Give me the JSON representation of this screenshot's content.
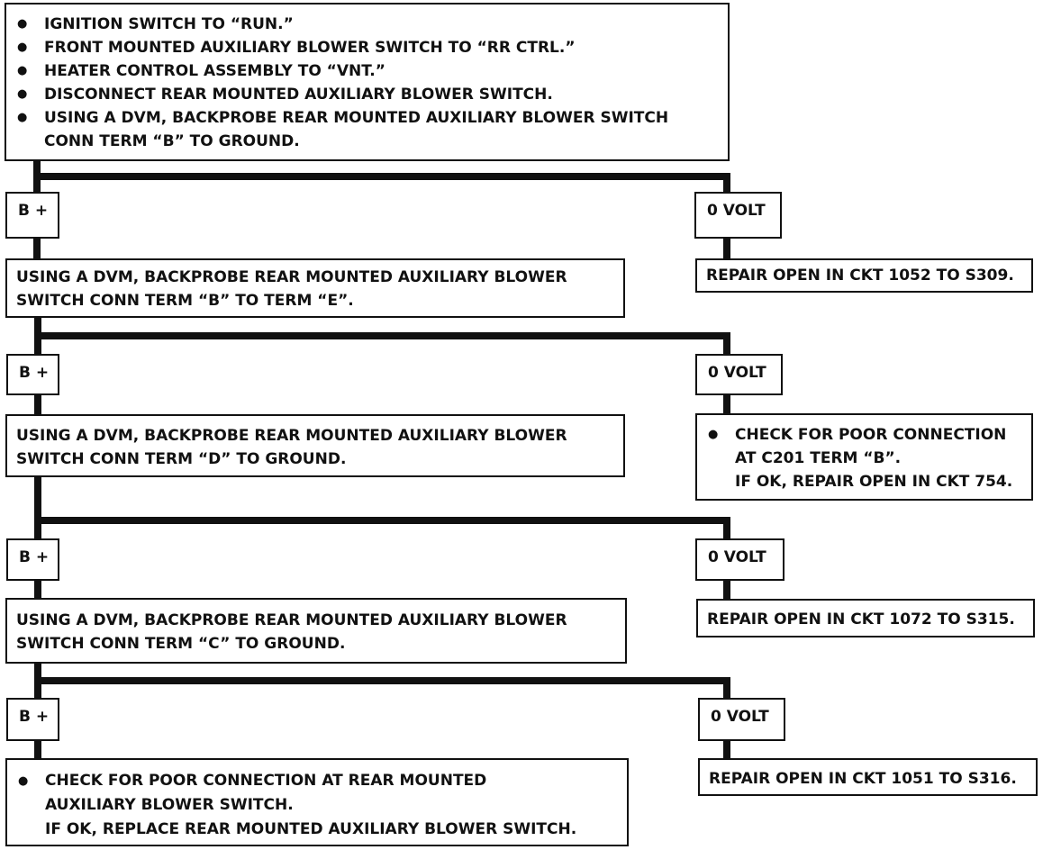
{
  "start": {
    "items": [
      [
        "IGNITION SWITCH TO “RUN.”"
      ],
      [
        "FRONT MOUNTED AUXILIARY BLOWER SWITCH TO “RR CTRL.”"
      ],
      [
        "HEATER CONTROL ASSEMBLY TO “VNT.”"
      ],
      [
        "DISCONNECT REAR MOUNTED AUXILIARY BLOWER SWITCH."
      ],
      [
        "USING A DVM, BACKPROBE REAR MOUNTED AUXILIARY BLOWER SWITCH",
        "CONN TERM “B” TO GROUND."
      ]
    ]
  },
  "steps": [
    {
      "yes_label": "B +",
      "no_label": "0 VOLT",
      "no_result": [
        "REPAIR OPEN IN CKT 1052 TO S309."
      ],
      "next": [
        "USING A DVM, BACKPROBE REAR MOUNTED AUXILIARY BLOWER",
        "SWITCH CONN TERM “B” TO TERM “E”."
      ]
    },
    {
      "yes_label": "B +",
      "no_label": "0 VOLT",
      "no_result_bullet": [
        "CHECK FOR POOR CONNECTION",
        "AT C201 TERM “B”.",
        "IF OK, REPAIR OPEN IN CKT 754."
      ],
      "next": [
        "USING A DVM, BACKPROBE REAR MOUNTED AUXILIARY BLOWER",
        "SWITCH CONN TERM “D” TO GROUND."
      ]
    },
    {
      "yes_label": "B +",
      "no_label": "0 VOLT",
      "no_result": [
        "REPAIR OPEN IN CKT 1072 TO S315."
      ],
      "next": [
        "USING A DVM, BACKPROBE REAR MOUNTED AUXILIARY BLOWER",
        "SWITCH CONN TERM “C” TO GROUND."
      ]
    },
    {
      "yes_label": "B +",
      "no_label": "0 VOLT",
      "no_result": [
        "REPAIR OPEN IN CKT 1051 TO S316."
      ],
      "final_bullet": [
        "CHECK FOR POOR CONNECTION AT REAR MOUNTED",
        "AUXILIARY BLOWER SWITCH.",
        "IF OK, REPLACE REAR MOUNTED AUXILIARY BLOWER SWITCH."
      ]
    }
  ]
}
